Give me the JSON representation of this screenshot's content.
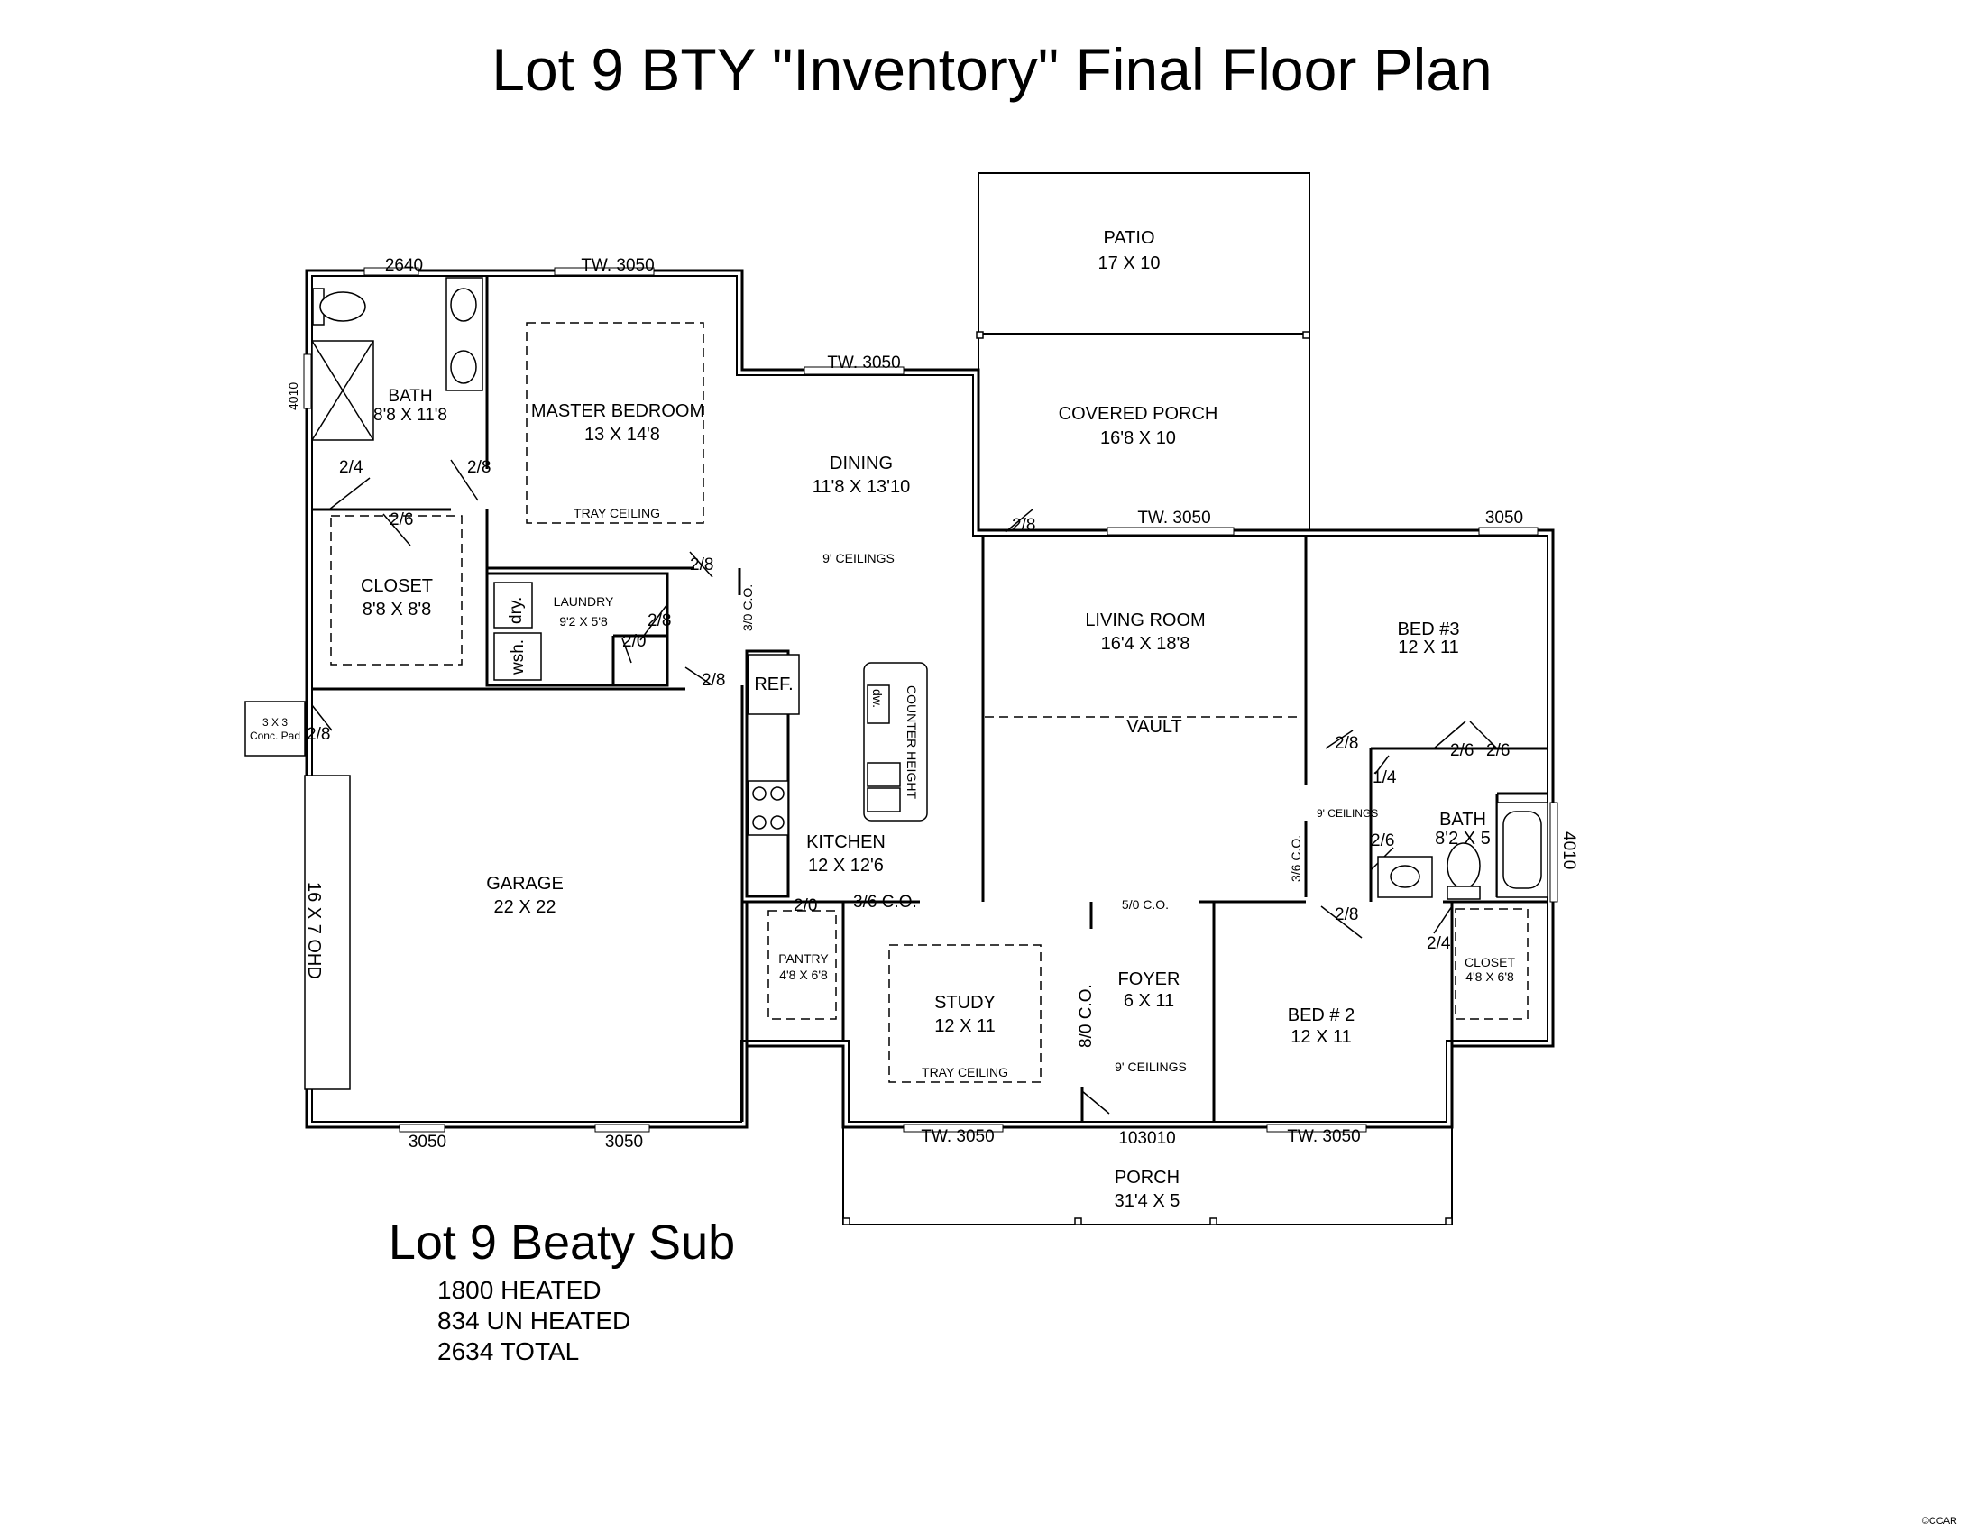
{
  "title": "Lot 9 BTY \"Inventory\" Final Floor Plan",
  "subtitle": "Lot 9 Beaty Sub",
  "areas": [
    "1800 HEATED",
    "834 UN HEATED",
    "2634 TOTAL"
  ],
  "watermark": "©CCAR",
  "rooms": {
    "patio": {
      "name": "PATIO",
      "size": "17 X 10"
    },
    "covered_porch": {
      "name": "COVERED PORCH",
      "size": "16'8 X 10"
    },
    "bath_master": {
      "name": "BATH",
      "size": "8'8 X 11'8"
    },
    "master_bedroom": {
      "name": "MASTER BEDROOM",
      "size": "13 X 14'8",
      "note": "TRAY CEILING"
    },
    "dining": {
      "name": "DINING",
      "size": "11'8 X 13'10",
      "note": "9' CEILINGS"
    },
    "closet_master": {
      "name": "CLOSET",
      "size": "8'8 X 8'8"
    },
    "laundry": {
      "name": "LAUNDRY",
      "size": "9'2 X 5'8",
      "dryer": "dry.",
      "washer": "wsh."
    },
    "living_room": {
      "name": "LIVING ROOM",
      "size": "16'4 X 18'8",
      "vault": "VAULT"
    },
    "bed3": {
      "name": "BED #3",
      "size": "12 X 11"
    },
    "garage": {
      "name": "GARAGE",
      "size": "22 X 22",
      "door": "16 X 7 OHD"
    },
    "kitchen": {
      "name": "KITCHEN",
      "size": "12 X 12'6",
      "ref": "REF.",
      "counter": "COUNTER HEIGHT",
      "dw": "dw."
    },
    "bath2": {
      "name": "BATH",
      "size": "8'2 X 5"
    },
    "pantry": {
      "name": "PANTRY",
      "size": "4'8 X 6'8"
    },
    "study": {
      "name": "STUDY",
      "size": "12 X 11",
      "note": "TRAY CEILING"
    },
    "foyer": {
      "name": "FOYER",
      "size": "6 X 11",
      "note": "9' CEILINGS"
    },
    "bed2": {
      "name": "BED # 2",
      "size": "12 X 11"
    },
    "closet2": {
      "name": "CLOSET",
      "size": "4'8 X 6'8"
    },
    "porch": {
      "name": "PORCH",
      "size": "31'4 X 5"
    },
    "conc_pad": {
      "line1": "3 X 3",
      "line2": "Conc. Pad"
    }
  },
  "labels": {
    "win_2640": "2640",
    "win_tw_master": "TW. 3050",
    "win_tw_dining": "TW. 3050",
    "win_tw_living": "TW. 3050",
    "win_3050_bed3": "3050",
    "win_4010_master": "4010",
    "win_4010_bath2": "4010",
    "win_3050_gar1": "3050",
    "win_3050_gar2": "3050",
    "win_tw_study": "TW. 3050",
    "win_tw_bed2": "TW. 3050",
    "front_door": "103010",
    "d_24_bath": "2/4",
    "d_28_master_bath": "2/8",
    "d_26_closet": "2/6",
    "d_28_master": "2/8",
    "d_28_laundry": "2/8",
    "d_20_laundry": "2/0",
    "d_28_garage_hall": "2/8",
    "d_28_garage": "2/8",
    "d_28_porch": "2/8",
    "co_30": "3/0 C.O.",
    "d_28_hall": "2/8",
    "d_14": "1/4",
    "d_26_a": "2/6",
    "d_26_b": "2/6",
    "ceil_hall": "9' CEILINGS",
    "d_26_bath2": "2/6",
    "co_36_hall": "3/6 C.O.",
    "d_20_pantry": "2/0",
    "co_36_kitchen": "3/6 C.O.",
    "co_50": "5/0 C.O.",
    "co_80": "8/0 C.O.",
    "d_28_bed2": "2/8",
    "d_24_closet2": "2/4"
  }
}
